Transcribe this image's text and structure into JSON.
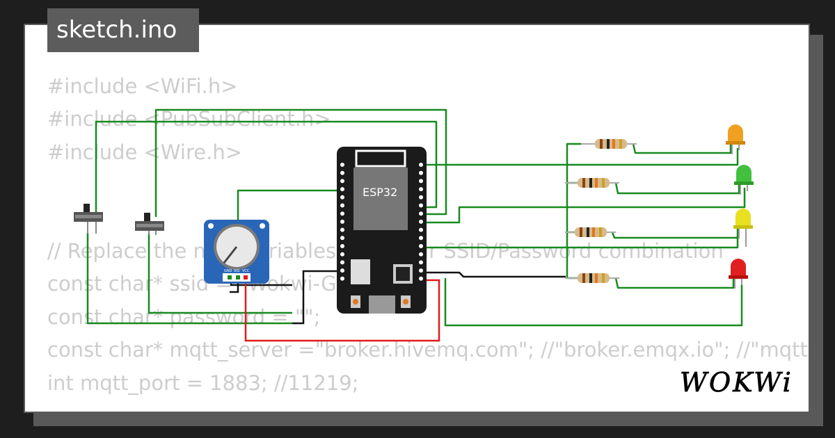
{
  "file_tab": {
    "label": "sketch.ino"
  },
  "code_lines": [
    "#include <WiFi.h>",
    "#include <PubSubClient.h>",
    "#include <Wire.h>",
    "",
    "",
    "// Replace the next variables with your SSID/Password combination",
    "const char* ssid = \"Wokwi-GUEST\";",
    "const char* password = \"\";",
    "const char* mqtt_server =\"broker.hivemq.com\"; //\"broker.emqx.io\"; //\"mqtt.eclipseprojects.io\";",
    "int mqtt_port = 1883; //11219;"
  ],
  "esp32": {
    "label": "ESP32"
  },
  "potentiometer": {
    "pins": [
      "GND",
      "SIG",
      "VCC"
    ]
  },
  "logo": {
    "text": "WOKWi"
  },
  "colors": {
    "wire_green": "#178a1f",
    "wire_black": "#111111",
    "wire_red": "#e01b1b",
    "led_orange": "#f0a020",
    "led_green": "#44c040",
    "led_yellow": "#e8e020",
    "led_red": "#e02020",
    "board": "#1b1b1b",
    "pot_body": "#2a66b8"
  }
}
